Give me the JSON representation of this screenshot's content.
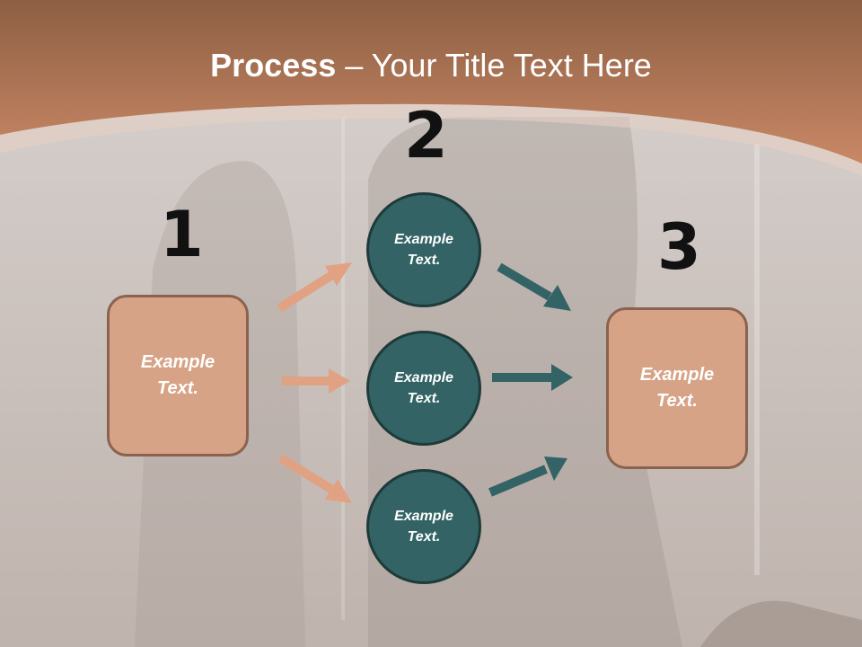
{
  "title": {
    "bold": "Process",
    "rest": " – Your Title Text Here"
  },
  "colors": {
    "banner": "#c88664",
    "box_fill": "#d6a386",
    "circle_fill": "#336364",
    "arrow_left": "#e0a282",
    "arrow_right": "#336364"
  },
  "steps": [
    {
      "number": "1",
      "text": [
        "Example",
        "Text."
      ]
    },
    {
      "number": "2",
      "circles": [
        [
          "Example",
          "Text."
        ],
        [
          "Example",
          "Text."
        ],
        [
          "Example",
          "Text."
        ]
      ]
    },
    {
      "number": "3",
      "text": [
        "Example",
        "Text."
      ]
    }
  ]
}
